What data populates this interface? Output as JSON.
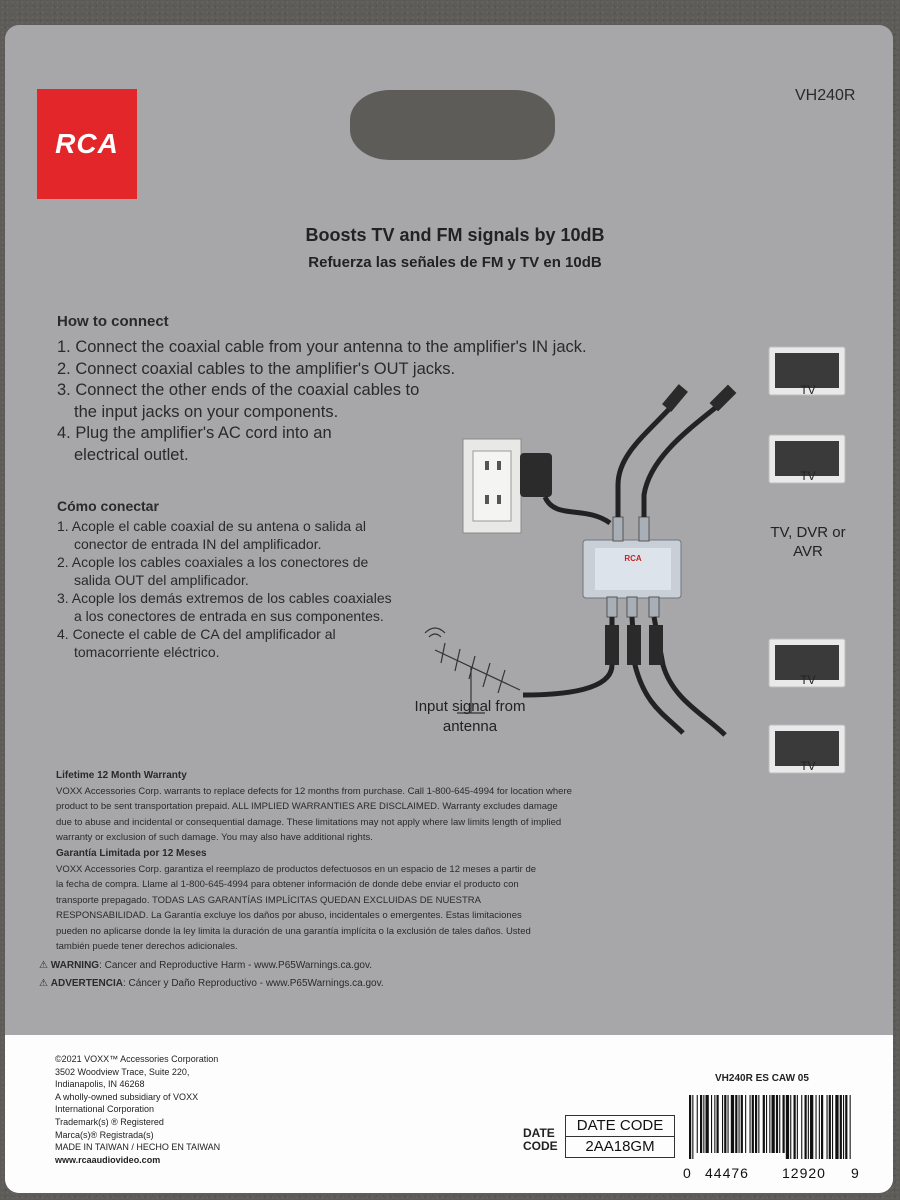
{
  "brand": "RCA",
  "model": "VH240R",
  "headline": {
    "en": "Boosts TV and FM signals by 10dB",
    "es": "Refuerza las señales de FM y TV en 10dB"
  },
  "how_to_connect": {
    "title": "How to connect",
    "steps": [
      "1. Connect the coaxial cable from your antenna to the amplifier's IN jack.",
      "2. Connect coaxial cables to the amplifier's OUT jacks.",
      "3. Connect the other ends of the coaxial cables to the input jacks on your components.",
      "4. Plug the amplifier's AC cord into an electrical outlet."
    ]
  },
  "como_conectar": {
    "title": "Cómo conectar",
    "steps": [
      "1. Acople el cable coaxial de su antena o salida al conector de entrada IN del amplificador.",
      "2. Acople los cables coaxiales a los conectores de salida OUT del amplificador.",
      "3. Acople los demás extremos de los cables coaxiales a los conectores de entrada en sus componentes.",
      "4. Conecte el cable de CA del amplificador al tomacorriente eléctrico."
    ]
  },
  "diagram": {
    "tv_label": "TV",
    "center_label": "TV, DVR or AVR",
    "antenna_label": "Input signal from antenna",
    "device_brand": "RCA"
  },
  "warranty": {
    "en_title": "Lifetime 12 Month Warranty",
    "en_text": "VOXX Accessories Corp. warrants to replace defects for 12 months from purchase. Call 1-800-645-4994 for location where product to be sent transportation prepaid. ALL IMPLIED WARRANTIES ARE DISCLAIMED. Warranty excludes damage due to abuse and incidental or consequential damage. These limitations may not apply where law limits length of implied warranty or exclusion of such damage. You may also have additional rights.",
    "es_title": "Garantía Limitada por 12 Meses",
    "es_text": "VOXX Accessories Corp. garantiza el reemplazo de productos defectuosos en un espacio de 12 meses a partir de la fecha de compra. Llame al 1-800-645-4994 para obtener información de donde debe enviar el producto con transporte prepagado. TODAS LAS GARANTÍAS IMPLÍCITAS QUEDAN EXCLUIDAS DE NUESTRA RESPONSABILIDAD. La Garantía excluye los daños por abuso, incidentales o emergentes. Estas limitaciones pueden no aplicarse donde la ley limita la duración de una garantía implícita o la exclusión de tales daños. Usted también puede tener derechos adicionales."
  },
  "warnings": {
    "en_label": "WARNING",
    "en_text": ": Cancer and Reproductive Harm - www.P65Warnings.ca.gov.",
    "es_label": "ADVERTENCIA",
    "es_text": ": Cáncer y Daño Reproductivo - www.P65Warnings.ca.gov."
  },
  "footer": {
    "copyright": "©2021 VOXX™ Accessories Corporation",
    "address1": "3502 Woodview Trace, Suite 220,",
    "address2": "Indianapolis, IN 46268",
    "subsidiary1": "A wholly-owned subsidiary of VOXX",
    "subsidiary2": "International Corporation",
    "trademark": "Trademark(s) ® Registered",
    "marca": "Marca(s)® Registrada(s)",
    "made_in": "MADE IN TAIWAN / HECHO EN TAIWAN",
    "website": "www.rcaaudiovideo.com",
    "pkg_code": "VH240R ES CAW 05",
    "date_label": "DATE CODE",
    "date_box_title": "DATE CODE",
    "date_box_value": "2AA18GM",
    "upc_first": "0",
    "upc_left": "44476",
    "upc_right": "12920",
    "upc_last": "9"
  },
  "colors": {
    "brand_red": "#e2262a",
    "card": "#a7a7a9",
    "background": "#5e5c58"
  }
}
